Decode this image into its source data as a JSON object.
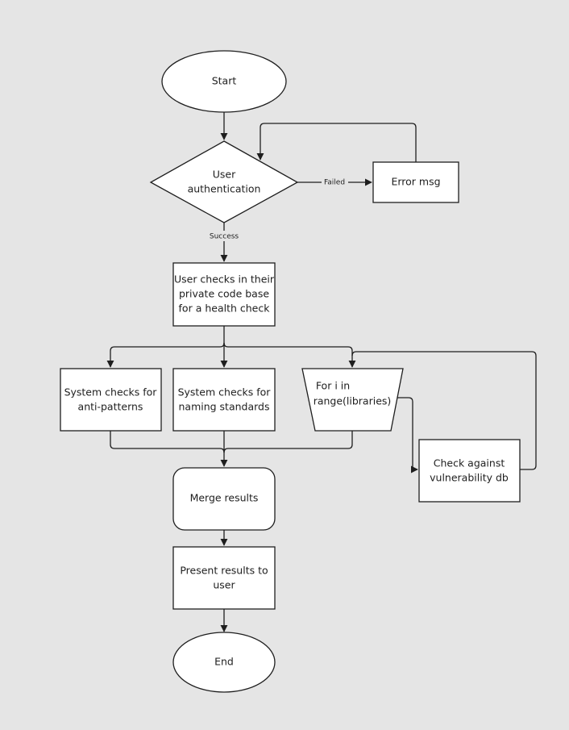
{
  "nodes": {
    "start": "Start",
    "auth_line1": "User",
    "auth_line2": "authentication",
    "error": "Error msg",
    "checkin_line1": "User checks in their",
    "checkin_line2": "private code base",
    "checkin_line3": "for a health check",
    "antipatterns_line1": "System checks for",
    "antipatterns_line2": "anti-patterns",
    "naming_line1": "System checks for",
    "naming_line2": "naming standards",
    "loop_line1": "For i in",
    "loop_line2": "range(libraries)",
    "vuln_line1": "Check against",
    "vuln_line2": "vulnerability db",
    "merge": "Merge results",
    "present_line1": "Present results to",
    "present_line2": "user",
    "end": "End"
  },
  "edges": {
    "failed": "Failed",
    "success": "Success"
  },
  "colors": {
    "background": "#e5e5e5",
    "node_fill": "#ffffff",
    "stroke": "#1e1e1e"
  }
}
